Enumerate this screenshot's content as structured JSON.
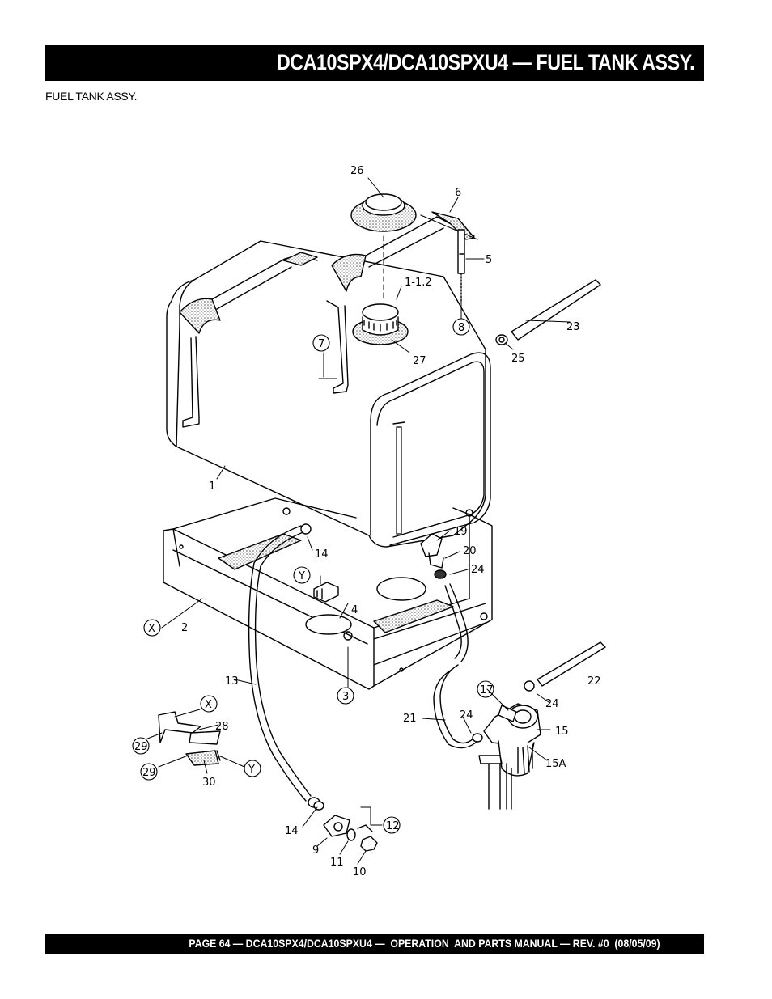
{
  "header": {
    "title": "DCA10SPX4/DCA10SPXU4 — FUEL TANK ASSY."
  },
  "section": {
    "subtitle": "FUEL TANK ASSY."
  },
  "callouts": [
    "26",
    "6",
    "5",
    "1-1.2",
    "8",
    "23",
    "25",
    "27",
    "7",
    "1",
    "19",
    "20",
    "24",
    "14",
    "Y",
    "4",
    "X",
    "2",
    "3",
    "13",
    "22",
    "17",
    "24",
    "15",
    "21",
    "24",
    "15A",
    "X",
    "28",
    "29",
    "29",
    "30",
    "Y",
    "12",
    "14",
    "9",
    "11",
    "10"
  ],
  "footer": {
    "text": "PAGE 64 — DCA10SPX4/DCA10SPXU4 —  OPERATION  AND PARTS MANUAL — REV. #0  (08/05/09)"
  }
}
